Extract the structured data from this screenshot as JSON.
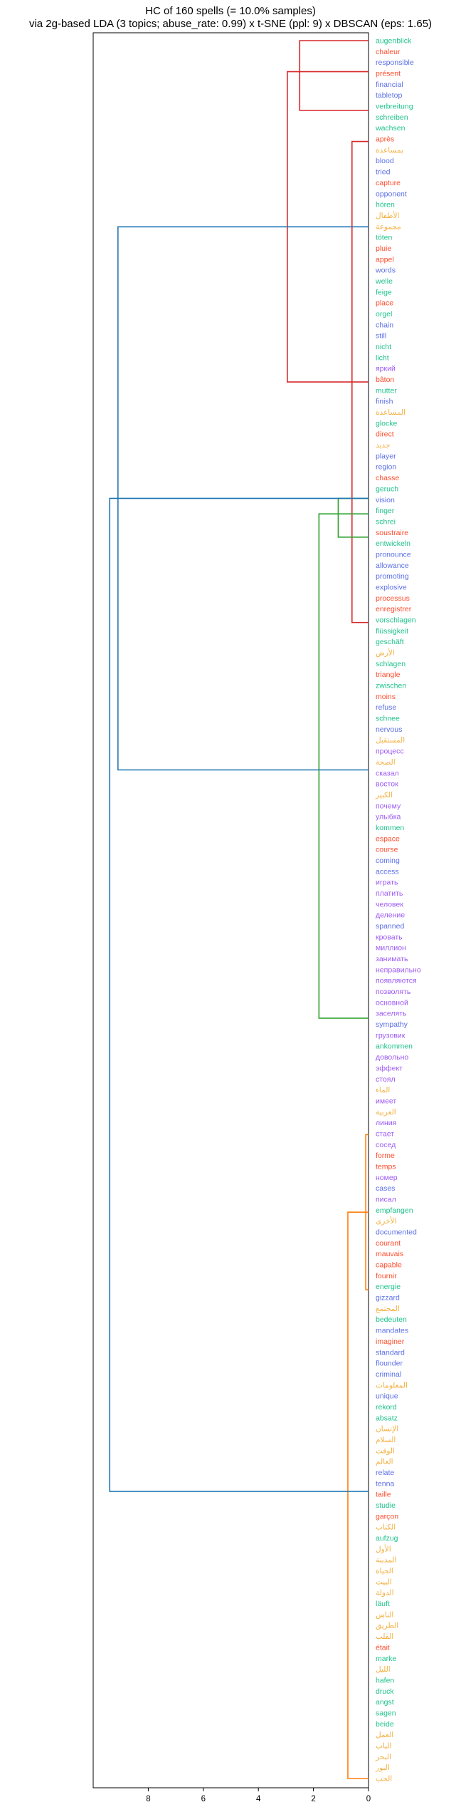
{
  "chart_data": {
    "type": "dendrogram",
    "title_lines": [
      "HC of 160 spells (= 10.0% samples)",
      "via 2g-based LDA (3 topics; abuse_rate: 0.99) x t-SNE (ppl: 9) x DBSCAN (eps: 1.65)"
    ],
    "orientation": "left",
    "xlim": [
      10,
      0
    ],
    "x_ticks": [
      8,
      6,
      4,
      2,
      0
    ],
    "colors": {
      "red": "#d62728",
      "green": "#2ca02c",
      "orange": "#ff7f0e",
      "blue": "#1f77b4",
      "label_red": "#ff4b2b",
      "label_purple": "#9b59f5",
      "label_teal": "#1ec28b",
      "label_blue": "#5b6fe8",
      "label_yellow": "#f5b041"
    },
    "leaves": [
      {
        "label": "augenblick",
        "color": "teal"
      },
      {
        "label": "chaleur",
        "color": "red"
      },
      {
        "label": "responsible",
        "color": "blue"
      },
      {
        "label": "présent",
        "color": "red"
      },
      {
        "label": "financial",
        "color": "blue"
      },
      {
        "label": "tabletop",
        "color": "blue"
      },
      {
        "label": "verbreitung",
        "color": "teal"
      },
      {
        "label": "schreiben",
        "color": "teal"
      },
      {
        "label": "wachsen",
        "color": "teal"
      },
      {
        "label": "après",
        "color": "red"
      },
      {
        "label": "بمساعدة",
        "color": "yellow"
      },
      {
        "label": "blood",
        "color": "blue"
      },
      {
        "label": "tried",
        "color": "blue"
      },
      {
        "label": "capture",
        "color": "red"
      },
      {
        "label": "opponent",
        "color": "blue"
      },
      {
        "label": "hören",
        "color": "teal"
      },
      {
        "label": "الأطفال",
        "color": "yellow"
      },
      {
        "label": "مجموعة",
        "color": "yellow"
      },
      {
        "label": "töten",
        "color": "teal"
      },
      {
        "label": "pluie",
        "color": "red"
      },
      {
        "label": "appel",
        "color": "red"
      },
      {
        "label": "words",
        "color": "blue"
      },
      {
        "label": "welle",
        "color": "teal"
      },
      {
        "label": "feige",
        "color": "teal"
      },
      {
        "label": "place",
        "color": "red"
      },
      {
        "label": "orgel",
        "color": "teal"
      },
      {
        "label": "chain",
        "color": "blue"
      },
      {
        "label": "still",
        "color": "blue"
      },
      {
        "label": "nicht",
        "color": "teal"
      },
      {
        "label": "licht",
        "color": "teal"
      },
      {
        "label": "яркий",
        "color": "purple"
      },
      {
        "label": "bâton",
        "color": "red"
      },
      {
        "label": "mutter",
        "color": "teal"
      },
      {
        "label": "finish",
        "color": "blue"
      },
      {
        "label": "المساعدة",
        "color": "yellow"
      },
      {
        "label": "glocke",
        "color": "teal"
      },
      {
        "label": "direct",
        "color": "red"
      },
      {
        "label": "جديد",
        "color": "yellow"
      },
      {
        "label": "player",
        "color": "blue"
      },
      {
        "label": "region",
        "color": "blue"
      },
      {
        "label": "chasse",
        "color": "red"
      },
      {
        "label": "geruch",
        "color": "teal"
      },
      {
        "label": "vision",
        "color": "blue"
      },
      {
        "label": "finger",
        "color": "teal"
      },
      {
        "label": "schrei",
        "color": "teal"
      },
      {
        "label": "soustraire",
        "color": "red"
      },
      {
        "label": "entwickeln",
        "color": "teal"
      },
      {
        "label": "pronounce",
        "color": "blue"
      },
      {
        "label": "allowance",
        "color": "blue"
      },
      {
        "label": "promoting",
        "color": "blue"
      },
      {
        "label": "explosive",
        "color": "blue"
      },
      {
        "label": "processus",
        "color": "red"
      },
      {
        "label": "enregistrer",
        "color": "red"
      },
      {
        "label": "vorschlagen",
        "color": "teal"
      },
      {
        "label": "flüssigkeit",
        "color": "teal"
      },
      {
        "label": "geschäft",
        "color": "teal"
      },
      {
        "label": "الأرض",
        "color": "yellow"
      },
      {
        "label": "schlagen",
        "color": "teal"
      },
      {
        "label": "triangle",
        "color": "red"
      },
      {
        "label": "zwischen",
        "color": "teal"
      },
      {
        "label": "moins",
        "color": "red"
      },
      {
        "label": "refuse",
        "color": "blue"
      },
      {
        "label": "schnee",
        "color": "teal"
      },
      {
        "label": "nervous",
        "color": "blue"
      },
      {
        "label": "المستقبل",
        "color": "yellow"
      },
      {
        "label": "процесс",
        "color": "purple"
      },
      {
        "label": "الصحة",
        "color": "yellow"
      },
      {
        "label": "сказал",
        "color": "purple"
      },
      {
        "label": "восток",
        "color": "purple"
      },
      {
        "label": "الكبير",
        "color": "yellow"
      },
      {
        "label": "почему",
        "color": "purple"
      },
      {
        "label": "улыбка",
        "color": "purple"
      },
      {
        "label": "kommen",
        "color": "teal"
      },
      {
        "label": "espace",
        "color": "red"
      },
      {
        "label": "course",
        "color": "red"
      },
      {
        "label": "coming",
        "color": "blue"
      },
      {
        "label": "access",
        "color": "blue"
      },
      {
        "label": "играть",
        "color": "purple"
      },
      {
        "label": "платить",
        "color": "purple"
      },
      {
        "label": "человек",
        "color": "purple"
      },
      {
        "label": "деление",
        "color": "purple"
      },
      {
        "label": "spanned",
        "color": "blue"
      },
      {
        "label": "кровать",
        "color": "purple"
      },
      {
        "label": "миллион",
        "color": "purple"
      },
      {
        "label": "занимать",
        "color": "purple"
      },
      {
        "label": "неправильно",
        "color": "purple"
      },
      {
        "label": "появляются",
        "color": "purple"
      },
      {
        "label": "позволять",
        "color": "purple"
      },
      {
        "label": "основной",
        "color": "purple"
      },
      {
        "label": "заселять",
        "color": "purple"
      },
      {
        "label": "sympathy",
        "color": "blue"
      },
      {
        "label": "грузовик",
        "color": "purple"
      },
      {
        "label": "ankommen",
        "color": "teal"
      },
      {
        "label": "довольно",
        "color": "purple"
      },
      {
        "label": "эффект",
        "color": "purple"
      },
      {
        "label": "стоял",
        "color": "purple"
      },
      {
        "label": "الماء",
        "color": "yellow"
      },
      {
        "label": "имеет",
        "color": "purple"
      },
      {
        "label": "العربية",
        "color": "yellow"
      },
      {
        "label": "линия",
        "color": "purple"
      },
      {
        "label": "стает",
        "color": "purple"
      },
      {
        "label": "сосед",
        "color": "purple"
      },
      {
        "label": "forme",
        "color": "red"
      },
      {
        "label": "temps",
        "color": "red"
      },
      {
        "label": "номер",
        "color": "purple"
      },
      {
        "label": "cases",
        "color": "blue"
      },
      {
        "label": "писал",
        "color": "purple"
      },
      {
        "label": "empfangen",
        "color": "teal"
      },
      {
        "label": "الأخرى",
        "color": "yellow"
      },
      {
        "label": "documented",
        "color": "blue"
      },
      {
        "label": "courant",
        "color": "red"
      },
      {
        "label": "mauvais",
        "color": "red"
      },
      {
        "label": "capable",
        "color": "red"
      },
      {
        "label": "fournir",
        "color": "red"
      },
      {
        "label": "energie",
        "color": "teal"
      },
      {
        "label": "gizzard",
        "color": "blue"
      },
      {
        "label": "المجتمع",
        "color": "yellow"
      },
      {
        "label": "bedeuten",
        "color": "teal"
      },
      {
        "label": "mandates",
        "color": "blue"
      },
      {
        "label": "imaginer",
        "color": "red"
      },
      {
        "label": "standard",
        "color": "blue"
      },
      {
        "label": "flounder",
        "color": "blue"
      },
      {
        "label": "criminal",
        "color": "blue"
      },
      {
        "label": "المعلومات",
        "color": "yellow"
      },
      {
        "label": "unique",
        "color": "blue"
      },
      {
        "label": "rekord",
        "color": "teal"
      },
      {
        "label": "absatz",
        "color": "teal"
      },
      {
        "label": "الإنسان",
        "color": "yellow"
      },
      {
        "label": "السلام",
        "color": "yellow"
      },
      {
        "label": "الوقت",
        "color": "yellow"
      },
      {
        "label": "العالم",
        "color": "yellow"
      },
      {
        "label": "relate",
        "color": "blue"
      },
      {
        "label": "tenna",
        "color": "blue"
      },
      {
        "label": "taille",
        "color": "red"
      },
      {
        "label": "studie",
        "color": "teal"
      },
      {
        "label": "garçon",
        "color": "red"
      },
      {
        "label": "الكتاب",
        "color": "yellow"
      },
      {
        "label": "aufzug",
        "color": "teal"
      },
      {
        "label": "الأول",
        "color": "yellow"
      },
      {
        "label": "المدينة",
        "color": "yellow"
      },
      {
        "label": "الحياة",
        "color": "yellow"
      },
      {
        "label": "البيت",
        "color": "yellow"
      },
      {
        "label": "الدولة",
        "color": "yellow"
      },
      {
        "label": "läuft",
        "color": "teal"
      },
      {
        "label": "الناس",
        "color": "yellow"
      },
      {
        "label": "الطريق",
        "color": "yellow"
      },
      {
        "label": "القلب",
        "color": "yellow"
      },
      {
        "label": "était",
        "color": "red"
      },
      {
        "label": "marke",
        "color": "teal"
      },
      {
        "label": "الليل",
        "color": "yellow"
      },
      {
        "label": "hafen",
        "color": "teal"
      },
      {
        "label": "druck",
        "color": "teal"
      },
      {
        "label": "angst",
        "color": "teal"
      },
      {
        "label": "sagen",
        "color": "teal"
      },
      {
        "label": "beide",
        "color": "teal"
      },
      {
        "label": "العمل",
        "color": "yellow"
      },
      {
        "label": "الباب",
        "color": "yellow"
      },
      {
        "label": "البحر",
        "color": "yellow"
      },
      {
        "label": "النور",
        "color": "yellow"
      },
      {
        "label": "الحب",
        "color": "yellow"
      }
    ],
    "merges": [
      {
        "color": "red",
        "x_left": 2.5,
        "y_range": [
          2,
          11
        ]
      },
      {
        "color": "red",
        "x_left": 0.6,
        "y_range": [
          15,
          77
        ]
      },
      {
        "color": "red",
        "x_left": 2.95,
        "y_range": [
          6,
          46
        ]
      },
      {
        "color": "green",
        "x_left": 1.1,
        "y_range": [
          61,
          66
        ]
      },
      {
        "color": "green",
        "x_left": 1.8,
        "y_range": [
          63,
          128
        ]
      },
      {
        "color": "orange",
        "x_left": 0.1,
        "y_range": [
          143,
          163
        ]
      },
      {
        "color": "orange",
        "x_left": 0.75,
        "y_range": [
          153,
          226
        ]
      },
      {
        "color": "blue",
        "x_left": 9.1,
        "y_range": [
          26,
          96
        ]
      },
      {
        "color": "blue",
        "x_left": 9.4,
        "y_range": [
          61,
          189
        ]
      }
    ]
  }
}
